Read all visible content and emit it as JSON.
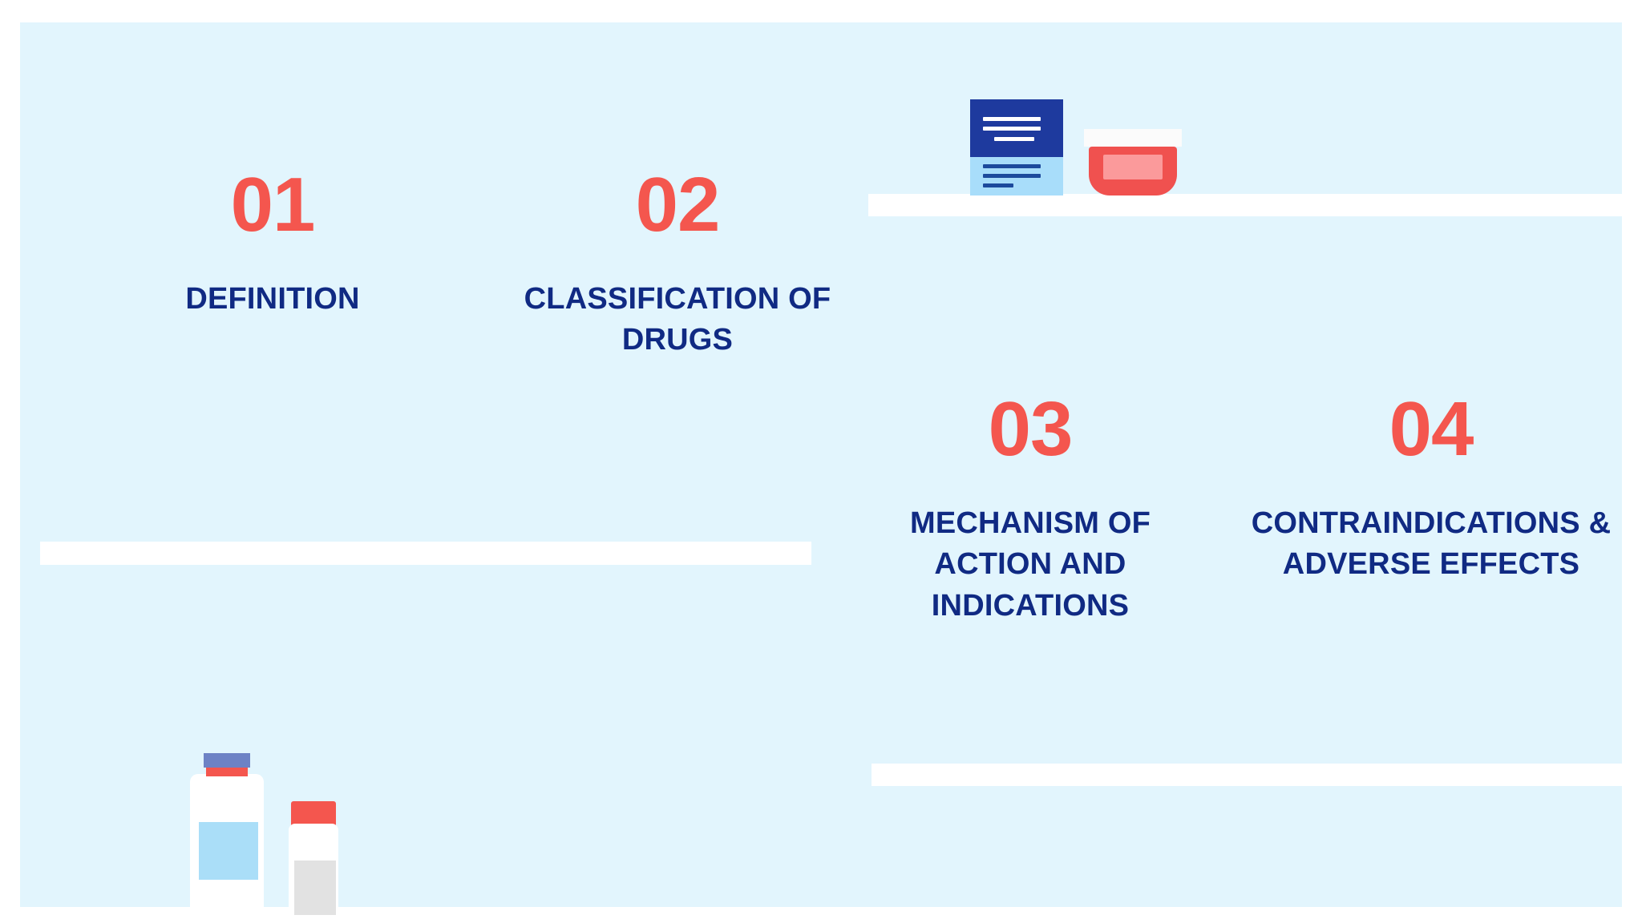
{
  "slide": {
    "background_color": "#e2f5fd",
    "accent_number_color": "#f4564e",
    "title_color": "#102a83",
    "shelf_color": "#ffffff"
  },
  "sections": [
    {
      "number": "01",
      "title": "DEFINITION"
    },
    {
      "number": "02",
      "title": "CLASSIFICATION OF DRUGS"
    },
    {
      "number": "03",
      "title": "MECHANISM OF ACTION AND INDICATIONS"
    },
    {
      "number": "04",
      "title": "CONTRAINDICATIONS & ADVERSE EFFECTS"
    }
  ],
  "illustrations": {
    "document": {
      "name": "prescription-document-icon",
      "top_color": "#1e3a9e",
      "bottom_color": "#a8ddfa",
      "line_count_top": 3,
      "line_count_bottom": 3
    },
    "jar": {
      "name": "medicine-jar-icon",
      "body_color": "#f0514f",
      "label_color": "#fb9a9b",
      "neck_color": "#fbfbfb"
    },
    "bottle_large": {
      "name": "large-medicine-bottle-icon",
      "body_color": "#ffffff",
      "cap_top_color": "#6d82c5",
      "cap_band_color": "#f4564e",
      "label_color": "#aadef8"
    },
    "bottle_small": {
      "name": "small-medicine-bottle-icon",
      "body_color": "#ffffff",
      "cap_color": "#f4564e",
      "label_color": "#e2e2e2"
    }
  }
}
